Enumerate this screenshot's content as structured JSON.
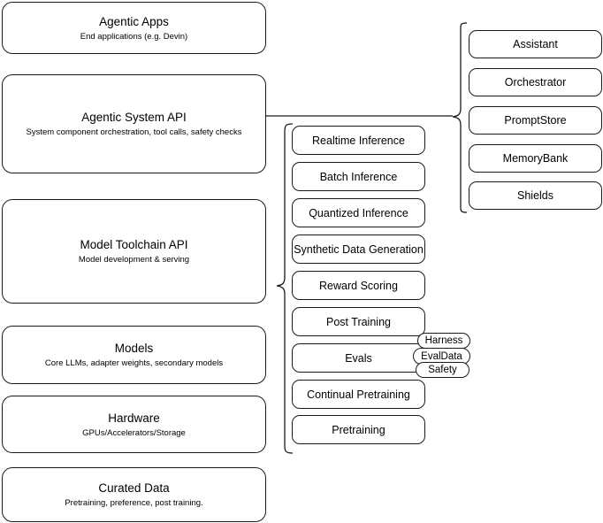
{
  "diagram": {
    "title": "LLM Stack Architecture Diagram",
    "colors": {
      "stroke": "#1a1a1a",
      "background": "#ffffff",
      "text": "#000000"
    },
    "left_stack": [
      {
        "id": "agentic-apps",
        "title": "Agentic Apps",
        "subtitle": "End applications (e.g. Devin)"
      },
      {
        "id": "agentic-system-api",
        "title": "Agentic System API",
        "subtitle": "System component orchestration, tool calls, safety checks"
      },
      {
        "id": "model-toolchain-api",
        "title": "Model Toolchain API",
        "subtitle": "Model development & serving"
      },
      {
        "id": "models",
        "title": "Models",
        "subtitle": "Core LLMs, adapter weights, secondary models"
      },
      {
        "id": "hardware",
        "title": "Hardware",
        "subtitle": "GPUs/Accelerators/Storage"
      },
      {
        "id": "curated-data",
        "title": "Curated Data",
        "subtitle": "Pretraining, preference, post training."
      }
    ],
    "toolchain_components": [
      {
        "id": "realtime-inference",
        "label": "Realtime Inference"
      },
      {
        "id": "batch-inference",
        "label": "Batch Inference"
      },
      {
        "id": "quantized-inference",
        "label": "Quantized Inference"
      },
      {
        "id": "synthetic-data-generation",
        "label": "Synthetic Data Generation"
      },
      {
        "id": "reward-scoring",
        "label": "Reward Scoring"
      },
      {
        "id": "post-training",
        "label": "Post Training"
      },
      {
        "id": "evals",
        "label": "Evals"
      },
      {
        "id": "continual-pretraining",
        "label": "Continual Pretraining"
      },
      {
        "id": "pretraining",
        "label": "Pretraining"
      }
    ],
    "evals_subcomponents": [
      {
        "id": "harness",
        "label": "Harness"
      },
      {
        "id": "evaldata",
        "label": "EvalData"
      },
      {
        "id": "safety",
        "label": "Safety"
      }
    ],
    "agentic_components": [
      {
        "id": "assistant",
        "label": "Assistant"
      },
      {
        "id": "orchestrator",
        "label": "Orchestrator"
      },
      {
        "id": "promptstore",
        "label": "PromptStore"
      },
      {
        "id": "memorybank",
        "label": "MemoryBank"
      },
      {
        "id": "shields",
        "label": "Shields"
      }
    ]
  }
}
